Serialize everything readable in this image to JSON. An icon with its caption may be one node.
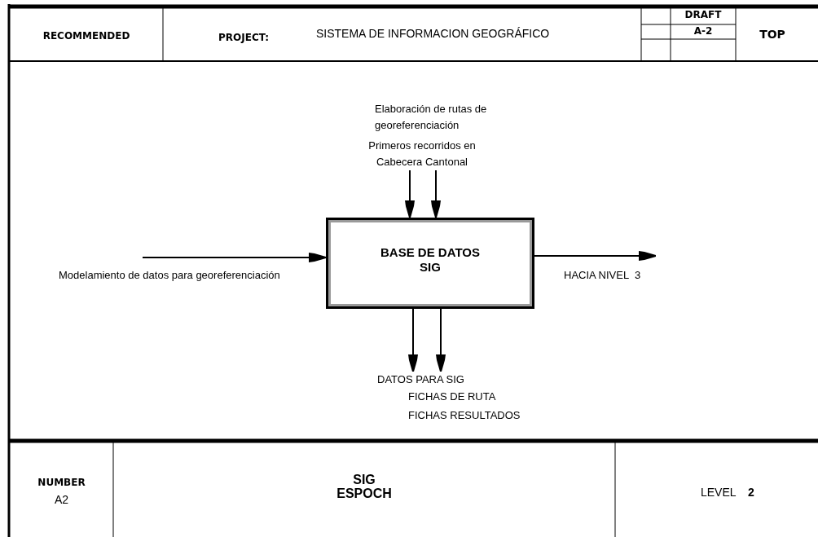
{
  "diagram": {
    "nodes": [
      {
        "text": [
          "BASE DE DATOS SIG"
        ]
      },
      {
        "text": [
          "Elaboración de rutas de georeferenciación"
        ]
      },
      {
        "text": [
          "Primeros recorridos en Cabecera Cantonal"
        ]
      },
      {
        "text": [
          "DATOS PARA SIG"
        ]
      },
      {
        "text": [
          "FICHAS DE RUTA"
        ]
      },
      {
        "text": [
          "FICHAS RESULTADOS"
        ]
      }
    ],
    "edges": [
      {
        "from": null,
        "to": 0,
        "arrow": "to",
        "label": "Modelamiento de datos para georeferenciación"
      },
      {
        "from": 2,
        "to": 0,
        "arrow": "to"
      },
      {
        "from": 2,
        "to": 0,
        "arrow": "to"
      },
      {
        "from": 0,
        "to": null,
        "arrow": "to",
        "label": "HACIA NIVEL  3"
      },
      {
        "from": 0,
        "to": 3,
        "arrow": "to"
      },
      {
        "from": 0,
        "to": 3,
        "arrow": "to"
      }
    ],
    "labels": [
      "RECOMMENDED",
      "PROJECT:",
      "SISTEMA DE INFORMACION GEOGRÁFICO",
      "DRAFT",
      "A-2",
      "TOP",
      "NUMBER",
      "A2",
      "SIG ESPOCH",
      "LEVEL",
      "2"
    ]
  }
}
